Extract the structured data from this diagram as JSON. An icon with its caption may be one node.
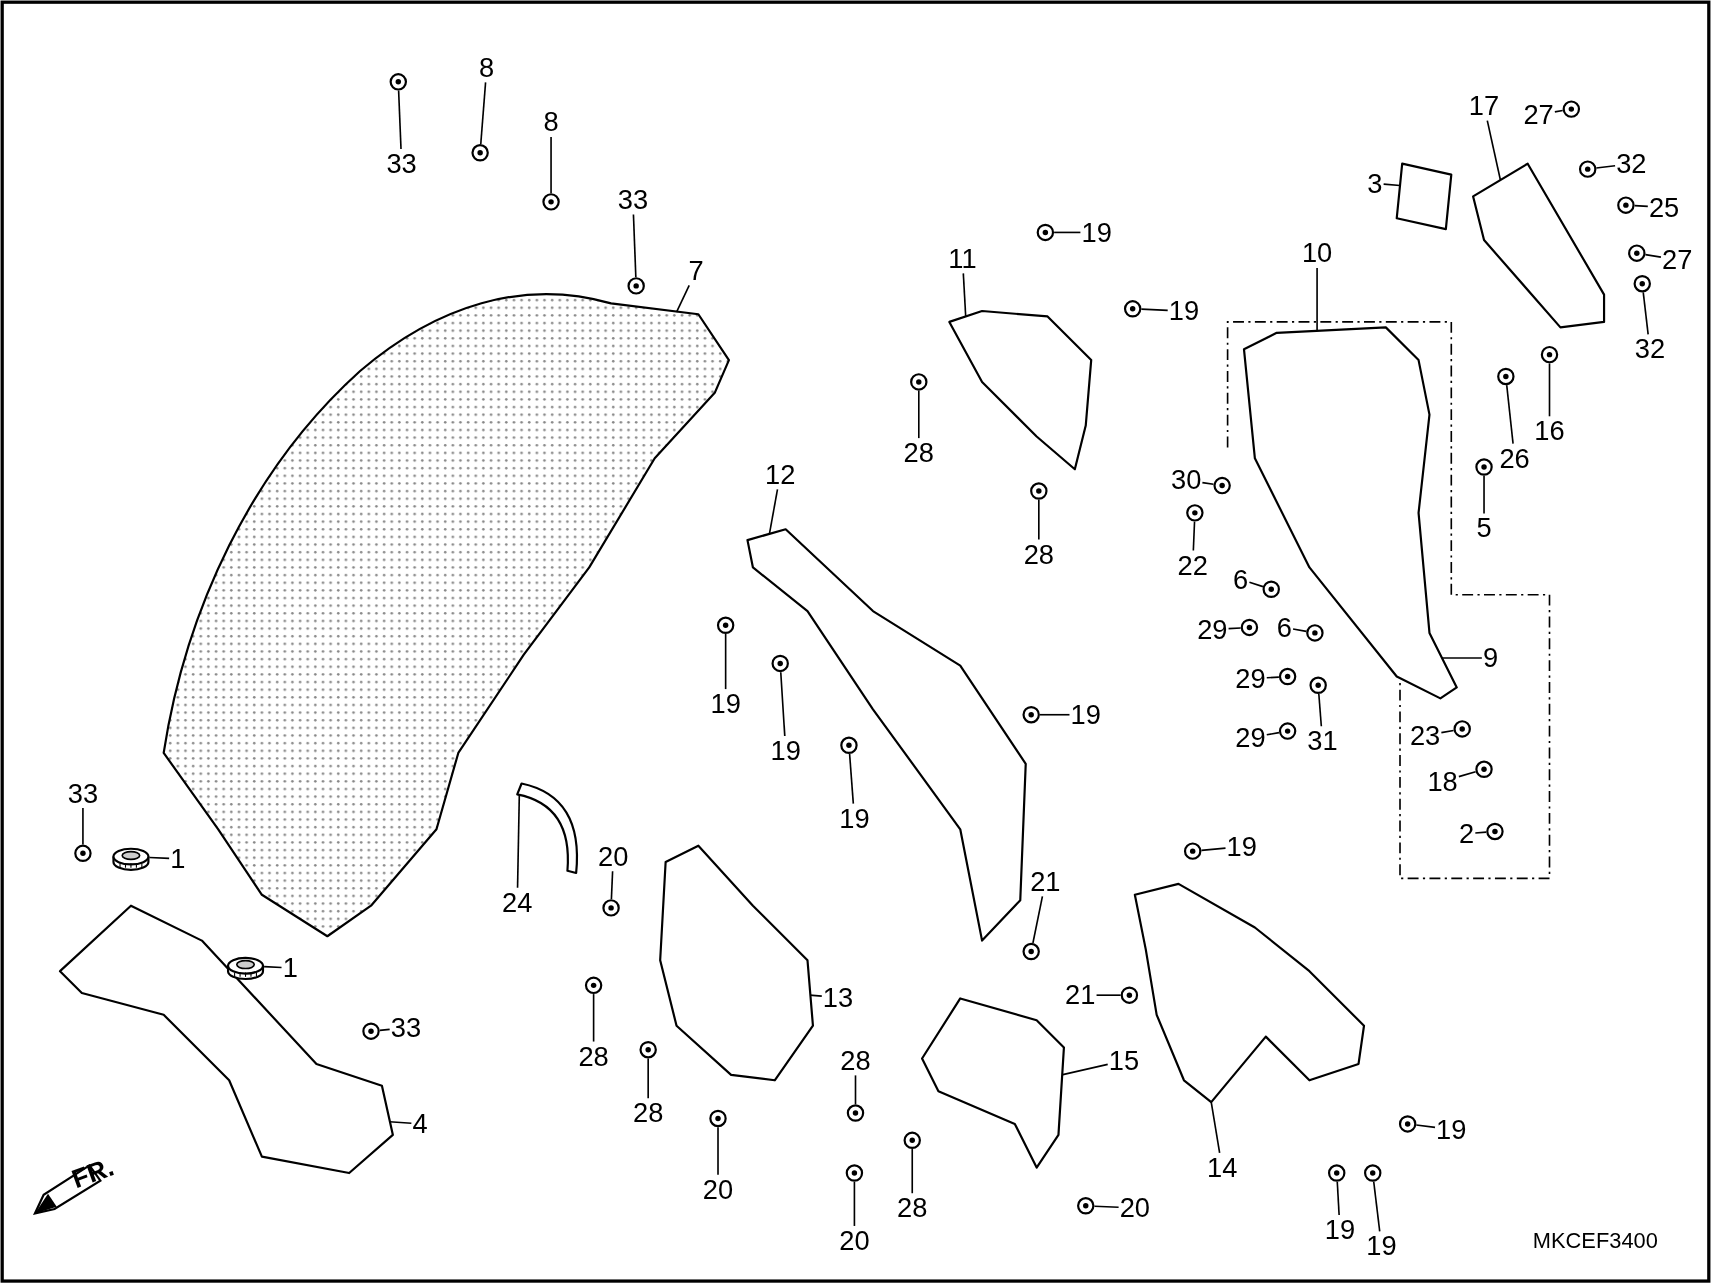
{
  "diagram": {
    "nodes": [
      {
        "text": [
          "33"
        ]
      },
      {
        "text": [
          "8"
        ]
      },
      {
        "text": [
          "8"
        ]
      },
      {
        "text": [
          "33"
        ]
      },
      {
        "text": [
          "7"
        ]
      },
      {
        "text": [
          "11"
        ]
      },
      {
        "text": [
          "19"
        ]
      },
      {
        "text": [
          "19"
        ]
      },
      {
        "text": [
          "28"
        ]
      },
      {
        "text": [
          "28"
        ]
      },
      {
        "text": [
          "17"
        ]
      },
      {
        "text": [
          "27"
        ]
      },
      {
        "text": [
          "32"
        ]
      },
      {
        "text": [
          "3"
        ]
      },
      {
        "text": [
          "25"
        ]
      },
      {
        "text": [
          "27"
        ]
      },
      {
        "text": [
          "10"
        ]
      },
      {
        "text": [
          "32"
        ]
      },
      {
        "text": [
          "16"
        ]
      },
      {
        "text": [
          "26"
        ]
      },
      {
        "text": [
          "30"
        ]
      },
      {
        "text": [
          "5"
        ]
      },
      {
        "text": [
          "22"
        ]
      },
      {
        "text": [
          "12"
        ]
      },
      {
        "text": [
          "6"
        ]
      },
      {
        "text": [
          "29"
        ]
      },
      {
        "text": [
          "6"
        ]
      },
      {
        "text": [
          "19"
        ]
      },
      {
        "text": [
          "9"
        ]
      },
      {
        "text": [
          "29"
        ]
      },
      {
        "text": [
          "19"
        ]
      },
      {
        "text": [
          "19"
        ]
      },
      {
        "text": [
          "29"
        ]
      },
      {
        "text": [
          "31"
        ]
      },
      {
        "text": [
          "23"
        ]
      },
      {
        "text": [
          "33"
        ]
      },
      {
        "text": [
          "19"
        ]
      },
      {
        "text": [
          "1"
        ]
      },
      {
        "text": [
          "18"
        ]
      },
      {
        "text": [
          "2"
        ]
      },
      {
        "text": [
          "19"
        ]
      },
      {
        "text": [
          "24"
        ]
      },
      {
        "text": [
          "20"
        ]
      },
      {
        "text": [
          "21"
        ]
      },
      {
        "text": [
          "1"
        ]
      },
      {
        "text": [
          "13"
        ]
      },
      {
        "text": [
          "21"
        ]
      },
      {
        "text": [
          "33"
        ]
      },
      {
        "text": [
          "28"
        ]
      },
      {
        "text": [
          "15"
        ]
      },
      {
        "text": [
          "28"
        ]
      },
      {
        "text": [
          "28"
        ]
      },
      {
        "text": [
          "4"
        ]
      },
      {
        "text": [
          "14"
        ]
      },
      {
        "text": [
          "19"
        ]
      },
      {
        "text": [
          "20"
        ]
      },
      {
        "text": [
          "28"
        ]
      },
      {
        "text": [
          "20"
        ]
      },
      {
        "text": [
          "20"
        ]
      },
      {
        "text": [
          "19"
        ]
      },
      {
        "text": [
          "19"
        ]
      },
      {
        "text": [],
        "shape": "picture"
      },
      {
        "text": [],
        "shape": "picture"
      },
      {
        "text": [],
        "shape": "picture"
      },
      {
        "text": [],
        "shape": "picture"
      },
      {
        "text": [],
        "shape": "picture"
      },
      {
        "text": [],
        "shape": "picture"
      },
      {
        "text": [],
        "shape": "picture"
      },
      {
        "text": [],
        "shape": "picture"
      },
      {
        "text": [],
        "shape": "picture"
      },
      {
        "text": [],
        "shape": "picture"
      },
      {
        "text": [],
        "shape": "picture"
      },
      {
        "text": [],
        "shape": "picture"
      },
      {
        "text": [],
        "shape": "picture"
      },
      {
        "text": [],
        "shape": "picture"
      },
      {
        "text": [],
        "shape": "picture"
      },
      {
        "text": [],
        "shape": "picture"
      },
      {
        "text": [],
        "shape": "picture"
      },
      {
        "text": [],
        "shape": "picture"
      },
      {
        "text": [],
        "shape": "picture"
      },
      {
        "text": [],
        "shape": "picture"
      },
      {
        "text": [],
        "shape": "picture"
      },
      {
        "text": [],
        "shape": "picture"
      },
      {
        "text": [],
        "shape": "picture"
      },
      {
        "text": [],
        "shape": "picture"
      },
      {
        "text": [],
        "shape": "picture"
      },
      {
        "text": [],
        "shape": "picture"
      },
      {
        "text": [],
        "shape": "picture"
      },
      {
        "text": [],
        "shape": "picture"
      },
      {
        "text": [],
        "shape": "picture"
      },
      {
        "text": [],
        "shape": "picture"
      },
      {
        "text": [],
        "shape": "picture"
      },
      {
        "text": [],
        "shape": "picture"
      },
      {
        "text": [],
        "shape": "picture"
      },
      {
        "text": [],
        "shape": "picture"
      },
      {
        "text": [],
        "shape": "picture"
      },
      {
        "text": [],
        "shape": "picture"
      },
      {
        "text": [],
        "shape": "picture"
      },
      {
        "text": [],
        "shape": "picture"
      },
      {
        "text": [],
        "shape": "picture"
      },
      {
        "text": [],
        "shape": "picture"
      },
      {
        "text": [],
        "shape": "picture"
      },
      {
        "text": [],
        "shape": "picture"
      },
      {
        "text": [],
        "shape": "picture"
      },
      {
        "text": [],
        "shape": "picture"
      },
      {
        "text": [],
        "shape": "picture"
      },
      {
        "text": [],
        "shape": "picture"
      },
      {
        "text": [],
        "shape": "picture"
      },
      {
        "text": [],
        "shape": "picture"
      },
      {
        "text": [],
        "shape": "picture"
      },
      {
        "text": [],
        "shape": "picture"
      },
      {
        "text": [],
        "shape": "picture"
      },
      {
        "text": [],
        "shape": "picture"
      },
      {
        "text": [],
        "shape": "picture"
      },
      {
        "text": [],
        "shape": "picture"
      },
      {
        "text": [],
        "shape": "picture"
      },
      {
        "text": [],
        "shape": "picture"
      },
      {
        "text": [],
        "shape": "picture"
      },
      {
        "text": [],
        "shape": "picture"
      },
      {
        "text": [],
        "shape": "picture"
      },
      {
        "text": [],
        "shape": "picture"
      }
    ],
    "edges": [
      {
        "from": 0,
        "to": 74,
        "arrow": "none"
      },
      {
        "from": 1,
        "to": 75,
        "arrow": "none"
      },
      {
        "from": 2,
        "to": 76,
        "arrow": "none"
      },
      {
        "from": 3,
        "to": 77,
        "arrow": "none"
      },
      {
        "from": 4,
        "to": 61,
        "arrow": "none"
      },
      {
        "from": 5,
        "to": 67,
        "arrow": "none"
      },
      {
        "from": 6,
        "to": 78,
        "arrow": "none"
      },
      {
        "from": 7,
        "to": 79,
        "arrow": "none"
      },
      {
        "from": 8,
        "to": 80,
        "arrow": "none"
      },
      {
        "from": 9,
        "to": 81,
        "arrow": "none"
      },
      {
        "from": 10,
        "to": 69,
        "arrow": "none"
      },
      {
        "from": 11,
        "to": 82,
        "arrow": "none"
      },
      {
        "from": 12,
        "to": 83,
        "arrow": "none"
      },
      {
        "from": 13,
        "to": 70,
        "arrow": "none"
      },
      {
        "from": 14,
        "to": 84,
        "arrow": "none"
      },
      {
        "from": 15,
        "to": 85,
        "arrow": "none"
      },
      {
        "from": 16,
        "to": 68,
        "arrow": "none"
      },
      {
        "from": 17,
        "to": 86,
        "arrow": "none"
      },
      {
        "from": 18,
        "to": 87,
        "arrow": "none"
      },
      {
        "from": 19,
        "to": 88,
        "arrow": "none"
      },
      {
        "from": 20,
        "to": 89,
        "arrow": "none"
      },
      {
        "from": 21,
        "to": 91,
        "arrow": "none"
      },
      {
        "from": 22,
        "to": 90,
        "arrow": "none"
      },
      {
        "from": 23,
        "to": 63,
        "arrow": "none"
      },
      {
        "from": 24,
        "to": 92,
        "arrow": "none"
      },
      {
        "from": 25,
        "to": 93,
        "arrow": "none"
      },
      {
        "from": 26,
        "to": 94,
        "arrow": "none"
      },
      {
        "from": 27,
        "to": 101,
        "arrow": "none"
      },
      {
        "from": 28,
        "to": 68,
        "arrow": "none"
      },
      {
        "from": 29,
        "to": 95,
        "arrow": "none"
      },
      {
        "from": 30,
        "to": 102,
        "arrow": "none"
      },
      {
        "from": 31,
        "to": 104,
        "arrow": "none"
      },
      {
        "from": 32,
        "to": 96,
        "arrow": "none"
      },
      {
        "from": 33,
        "to": 97,
        "arrow": "none"
      },
      {
        "from": 34,
        "to": 98,
        "arrow": "none"
      },
      {
        "from": 35,
        "to": 105,
        "arrow": "none"
      },
      {
        "from": 36,
        "to": 103,
        "arrow": "none"
      },
      {
        "from": 37,
        "to": 72,
        "arrow": "none"
      },
      {
        "from": 38,
        "to": 99,
        "arrow": "none"
      },
      {
        "from": 39,
        "to": 100,
        "arrow": "none"
      },
      {
        "from": 40,
        "to": 107,
        "arrow": "none"
      },
      {
        "from": 41,
        "to": 71,
        "arrow": "none"
      },
      {
        "from": 42,
        "to": 108,
        "arrow": "none"
      },
      {
        "from": 43,
        "to": 109,
        "arrow": "none"
      },
      {
        "from": 44,
        "to": 73,
        "arrow": "none"
      },
      {
        "from": 45,
        "to": 64,
        "arrow": "none"
      },
      {
        "from": 46,
        "to": 110,
        "arrow": "none"
      },
      {
        "from": 47,
        "to": 106,
        "arrow": "none"
      },
      {
        "from": 48,
        "to": 111,
        "arrow": "none"
      },
      {
        "from": 49,
        "to": 65,
        "arrow": "none"
      },
      {
        "from": 50,
        "to": 113,
        "arrow": "none"
      },
      {
        "from": 51,
        "to": 112,
        "arrow": "none"
      },
      {
        "from": 52,
        "to": 62,
        "arrow": "none"
      },
      {
        "from": 53,
        "to": 66,
        "arrow": "none"
      },
      {
        "from": 54,
        "to": 118,
        "arrow": "none"
      },
      {
        "from": 55,
        "to": 115,
        "arrow": "none"
      },
      {
        "from": 56,
        "to": 114,
        "arrow": "none"
      },
      {
        "from": 57,
        "to": 117,
        "arrow": "none"
      },
      {
        "from": 58,
        "to": 116,
        "arrow": "none"
      },
      {
        "from": 59,
        "to": 119,
        "arrow": "none"
      },
      {
        "from": 60,
        "to": 120,
        "arrow": "none"
      }
    ],
    "labels": [
      "FR.",
      "MKCEF3400"
    ]
  }
}
